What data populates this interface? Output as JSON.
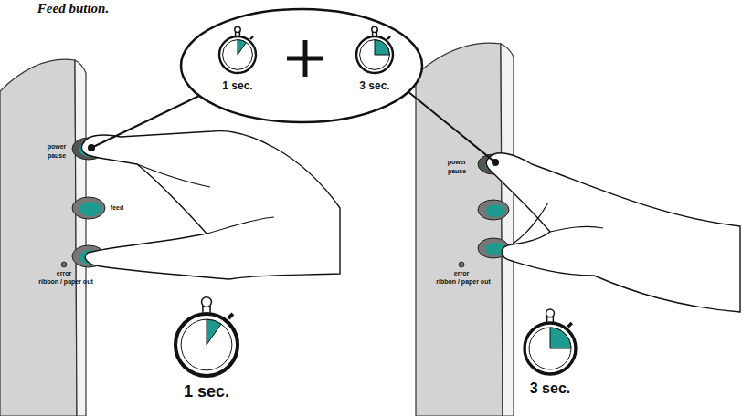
{
  "diagram": {
    "labels": [
      "Feed button.",
      "1 sec.",
      "3 sec.",
      "power",
      "pause",
      "feed",
      "error",
      "ribbon / paper out",
      "1 sec.",
      "power",
      "pause",
      "error",
      "ribbon / paper out",
      "3 sec."
    ]
  }
}
